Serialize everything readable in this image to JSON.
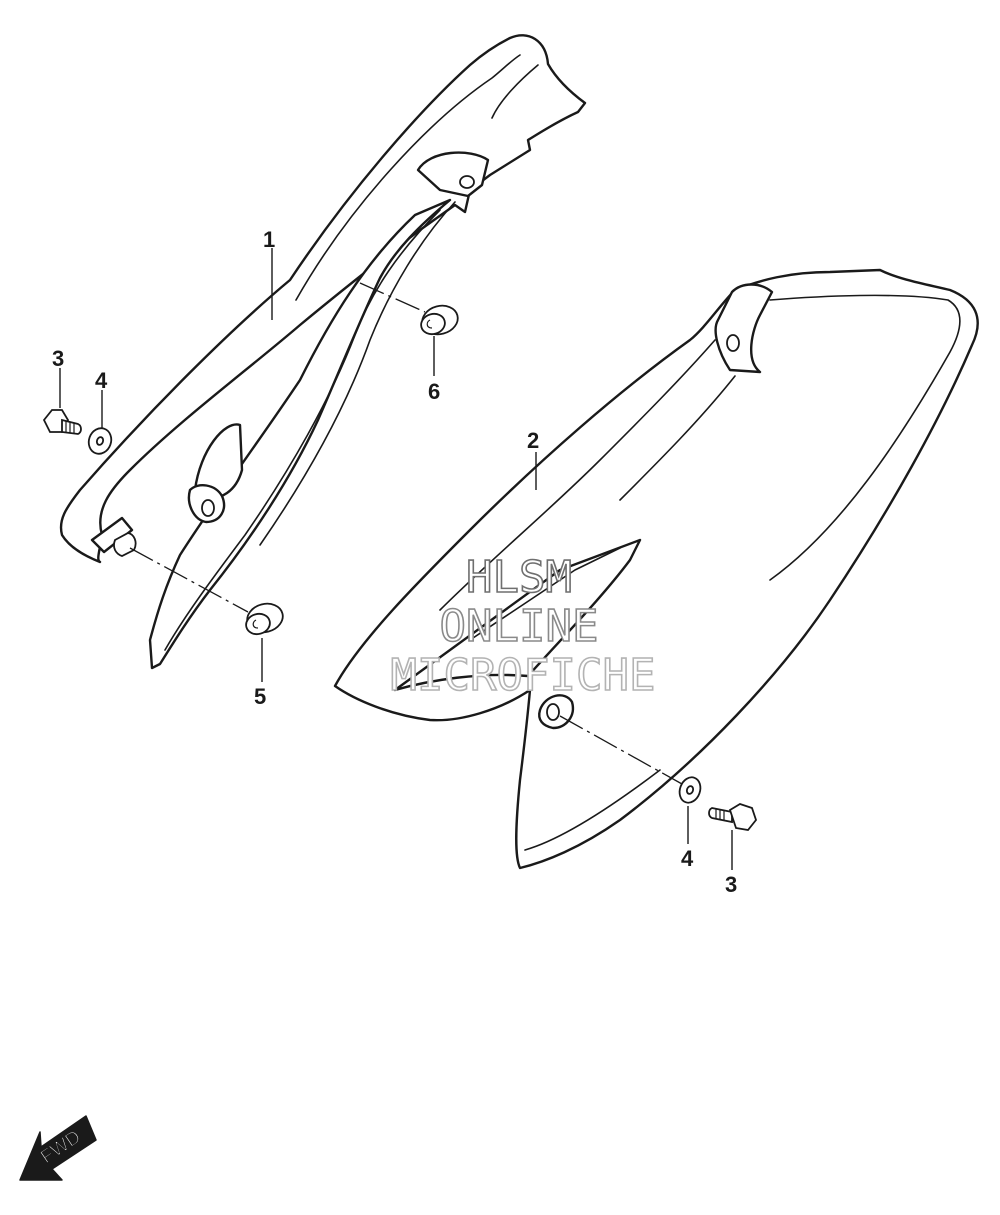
{
  "diagram": {
    "callouts": {
      "c1": "1",
      "c2": "2",
      "c3_left": "3",
      "c4_left": "4",
      "c5": "5",
      "c6": "6",
      "c4_right": "4",
      "c3_right": "3"
    },
    "watermark": {
      "line1": "HLSM",
      "line2": "ONLINE",
      "line3": "MICROFICHE"
    },
    "direction_marker": {
      "label": "FWD",
      "icon": "forward-arrow-icon"
    }
  }
}
